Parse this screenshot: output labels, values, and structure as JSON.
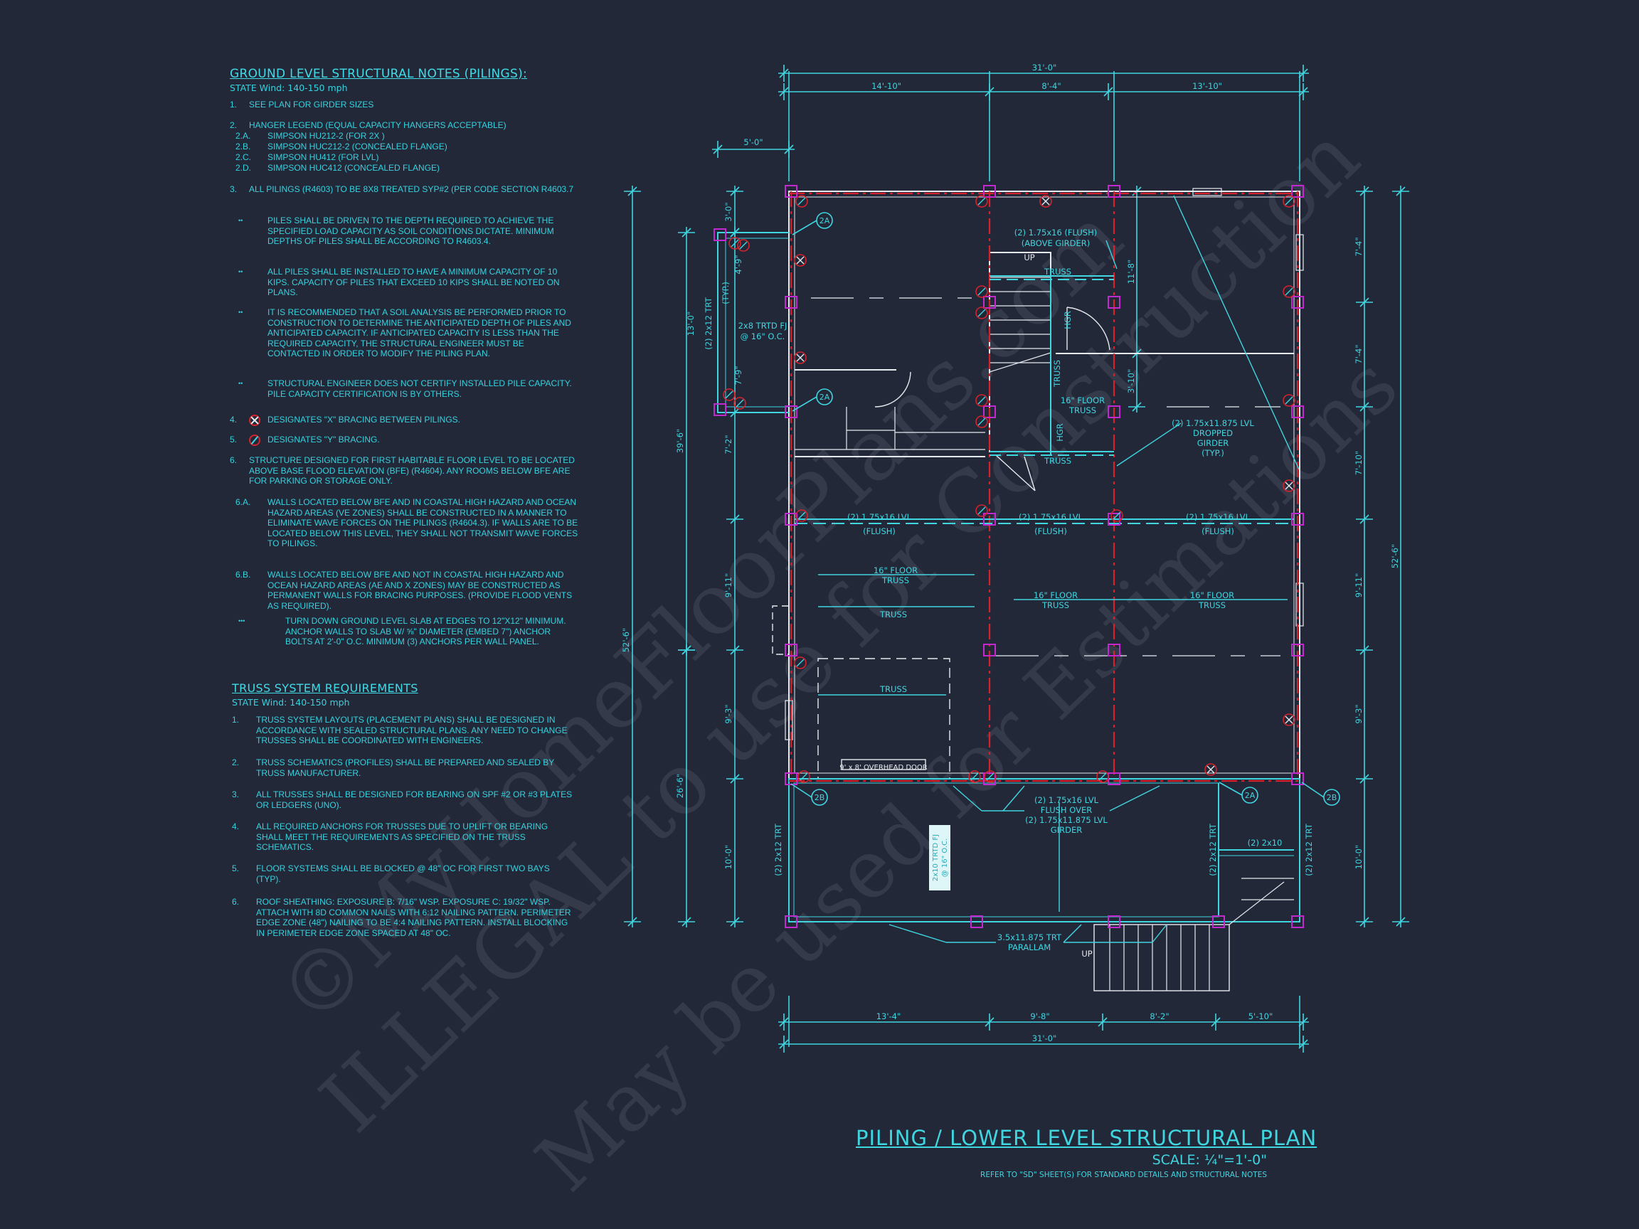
{
  "notes": {
    "heading": "GROUND LEVEL STRUCTURAL NOTES (PILINGS):",
    "state": "STATE Wind: 140-150 mph",
    "items": [
      {
        "num": "1.",
        "text": "SEE PLAN FOR GIRDER SIZES"
      },
      {
        "num": "2.",
        "text": "HANGER LEGEND (EQUAL CAPACITY HANGERS ACCEPTABLE)"
      },
      {
        "num": "2.A.",
        "text": "SIMPSON HU212-2 (FOR 2X )"
      },
      {
        "num": "2.B.",
        "text": "SIMPSON HUC212-2 (CONCEALED FLANGE)"
      },
      {
        "num": "2.C.",
        "text": "SIMPSON HU412 (FOR LVL)"
      },
      {
        "num": "2.D.",
        "text": "SIMPSON HUC412 (CONCEALED FLANGE)"
      },
      {
        "num": "3.",
        "text": "ALL PILINGS (R4603) TO BE 8X8 TREATED SYP#2 (PER CODE SECTION R4603.7"
      },
      {
        "num": "••",
        "text": "PILES SHALL BE DRIVEN TO THE DEPTH REQUIRED TO ACHIEVE THE SPECIFIED LOAD CAPACITY AS SOIL CONDITIONS DICTATE. MINIMUM DEPTHS OF PILES SHALL BE ACCORDING TO R4603.4."
      },
      {
        "num": "••",
        "text": "ALL PILES SHALL BE INSTALLED TO HAVE A MINIMUM CAPACITY OF 10 KIPS. CAPACITY OF PILES THAT EXCEED 10 KIPS SHALL BE NOTED ON PLANS."
      },
      {
        "num": "••",
        "text": "IT IS RECOMMENDED THAT A SOIL ANALYSIS BE PERFORMED PRIOR TO CONSTRUCTION TO DETERMINE THE ANTICIPATED DEPTH OF PILES AND ANTICIPATED CAPACITY. IF ANTICIPATED CAPACITY IS LESS THAN THE REQUIRED CAPACITY, THE STRUCTURAL ENGINEER MUST BE CONTACTED IN ORDER TO MODIFY THE PILING PLAN."
      },
      {
        "num": "••",
        "text": "STRUCTURAL ENGINEER DOES NOT CERTIFY INSTALLED PILE CAPACITY. PILE CAPACITY CERTIFICATION IS BY OTHERS."
      },
      {
        "num": "4.",
        "text": "DESIGNATES \"X\" BRACING BETWEEN PILINGS."
      },
      {
        "num": "5.",
        "text": "DESIGNATES \"Y\" BRACING."
      },
      {
        "num": "6.",
        "text": "STRUCTURE DESIGNED FOR FIRST HABITABLE FLOOR LEVEL TO BE LOCATED ABOVE BASE FLOOD ELEVATION (BFE) (R4604). ANY ROOMS BELOW BFE ARE FOR PARKING OR STORAGE ONLY."
      },
      {
        "num": "6.A.",
        "text": "WALLS LOCATED BELOW BFE AND IN COASTAL HIGH HAZARD AND OCEAN HAZARD AREAS (VE ZONES) SHALL BE CONSTRUCTED IN A MANNER TO ELIMINATE WAVE FORCES ON THE PILINGS (R4604.3). IF WALLS ARE TO BE LOCATED BELOW THIS LEVEL, THEY SHALL NOT TRANSMIT WAVE FORCES TO  PILINGS."
      },
      {
        "num": "6.B.",
        "text": "WALLS LOCATED BELOW BFE AND NOT IN COASTAL HIGH HAZARD AND OCEAN HAZARD AREAS (AE AND X ZONES) MAY BE CONSTRUCTED AS PERMANENT WALLS FOR BRACING PURPOSES. (PROVIDE FLOOD VENTS AS REQUIRED)."
      },
      {
        "num": "•••",
        "text": "TURN DOWN GROUND LEVEL SLAB AT EDGES TO 12\"x12\" MINIMUM. ANCHOR WALLS TO SLAB W/ ⅝\" DIAMETER (EMBED 7\") ANCHOR BOLTS AT 2'-0\" O.C. MINIMUM (3) ANCHORS PER WALL PANEL."
      }
    ]
  },
  "truss": {
    "heading": "TRUSS SYSTEM REQUIREMENTS",
    "state": "STATE Wind: 140-150 mph",
    "items": [
      {
        "num": "1.",
        "text": "TRUSS SYSTEM LAYOUTS (PLACEMENT PLANS)  SHALL BE DESIGNED IN ACCORDANCE WITH SEALED STRUCTURAL PLANS. ANY NEED TO CHANGE TRUSSES SHALL BE COORDINATED  WITH  ENGINEERS."
      },
      {
        "num": "2.",
        "text": "TRUSS SCHEMATICS (PROFILES) SHALL BE  PREPARED AND SEALED BY TRUSS  MANUFACTURER."
      },
      {
        "num": "3.",
        "text": "ALL TRUSSES SHALL BE DESIGNED FOR  BEARING ON SPF #2 OR #3 PLATES OR LEDGERS  (UNO)."
      },
      {
        "num": "4.",
        "text": "ALL REQUIRED ANCHORS FOR TRUSSES DUE  TO UPLIFT OR BEARING SHALL MEET THE  REQUIREMENTS AS SPECIFIED ON THE TRUSS  SCHEMATICS."
      },
      {
        "num": "5.",
        "text": "FLOOR SYSTEMS SHALL BE BLOCKED @ 48\" OC FOR FIRST TWO BAYS (TYP)."
      },
      {
        "num": "6.",
        "text": "ROOF SHEATHING: EXPOSURE B: 7/16\" WSP. EXPOSURE C: 19/32\" WSP. ATTACH WITH 8d COMMON NAILS WITH 6:12 NAILING PATTERN. PERIMETER EDGE ZONE (48\") NAILING TO BE 4:4 NAILING PATTERN. INSTALL BLOCKING IN PERIMETER EDGE ZONE SPACED AT 48\" OC."
      }
    ]
  },
  "dims": {
    "top_overall": "31'-0\"",
    "top": [
      "14'-10\"",
      "8'-4\"",
      "13'-10\""
    ],
    "bump": "5'-0\"",
    "bottom": [
      "13'-4\"",
      "9'-8\"",
      "8'-2\"",
      "5'-10\""
    ],
    "bottom_overall": "31'-0\"",
    "left_overall": "52'-6\"",
    "left_mid": [
      "39'-6\"",
      "26'-6\""
    ],
    "left": [
      "3'-0\"",
      "13'-0\"",
      "7'-2\"",
      "9'-11\"",
      "9'-3\"",
      "10'-0\""
    ],
    "bump_small": [
      "4'-9\"",
      "7'-9\""
    ],
    "right": [
      "7'-4\"",
      "7'-4\"",
      "7'-10\"",
      "9'-11\"",
      "9'-3\"",
      "10'-0\""
    ],
    "right_overall": "52'-6\"",
    "inner": [
      "11'-8\"",
      "3'-10\""
    ]
  },
  "labels": {
    "flush_above_1": "(2) 1.75x16 (FLUSH)",
    "flush_above_2": "(ABOVE GIRDER)",
    "up": "UP",
    "truss": "TRUSS",
    "hgr": "HGR",
    "floor_truss_1": "16\" FLOOR",
    "floor_truss_2": "TRUSS",
    "dropped_1": "(2) 1.75x11.875 LVL",
    "dropped_2": "DROPPED",
    "dropped_3": "GIRDER",
    "dropped_4": "(TYP.)",
    "lvl_flush_1": "(2) 1.75x16 LVL",
    "lvl_flush_2": "(FLUSH)",
    "fj_1": "2x8 TRTD FJ",
    "fj_2": "@ 16\" O.C.",
    "trt_typ_1": "(2) 2x12 TRT",
    "trt_typ_2": "(TYP.)",
    "trt": "(2) 2x12 TRT",
    "two_2x10": "(2) 2x10",
    "porch_fj_1": "2x10 TRTD FJ",
    "porch_fj_2": "@ 16\" O.C.",
    "overhead_door": "9' x 8' OVERHEAD DOOR",
    "flush_over_1": "(2) 1.75x16 LVL",
    "flush_over_2": "FLUSH OVER",
    "flush_over_3": "(2) 1.75x11.875 LVL",
    "flush_over_4": "GIRDER",
    "parallam_1": "3.5x11.875 TRT",
    "parallam_2": "PARALLAM",
    "tag_2a": "2A",
    "tag_2b": "2B"
  },
  "title": {
    "name": "PILING / LOWER LEVEL STRUCTURAL PLAN",
    "scale": "SCALE: ¼\"=1'-0\"",
    "refer": "REFER TO \"SD\" SHEET(S) FOR STANDARD DETAILS AND STRUCTURAL NOTES"
  },
  "watermark": [
    "©MyHomeFloorPlans.com",
    "ILLEGAL to use for Construction",
    "May be used for Estimations"
  ],
  "colors": {
    "background": "#232839",
    "annotation": "#3fd6e0",
    "wall": "#e6e9ee",
    "beam": "#d4232c",
    "piling": "#c22ad0"
  }
}
